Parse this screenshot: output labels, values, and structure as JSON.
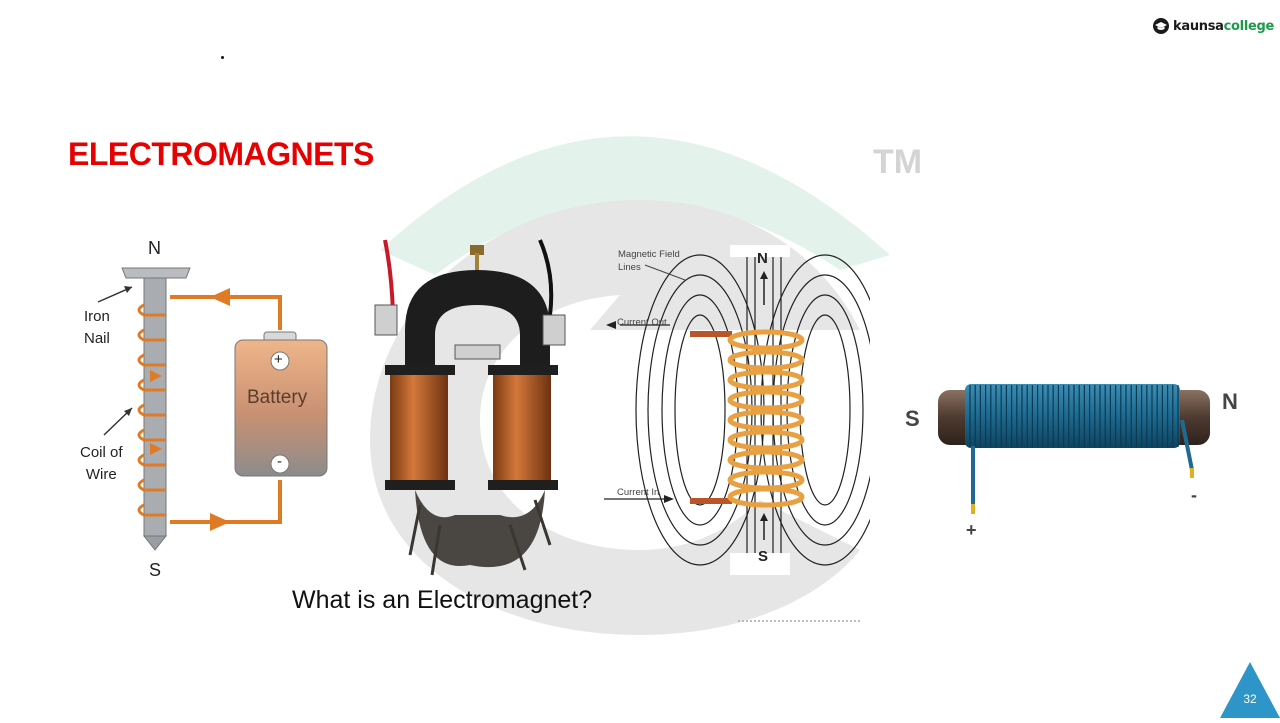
{
  "brand": {
    "name_part1": "kaunsa",
    "name_part2": "college",
    "trademark": "TM",
    "colors": {
      "green": "#1f9a4a",
      "dark": "#1a1a1a",
      "watermark_green": "#e3f3ec",
      "watermark_gray": "#e6e6e6"
    }
  },
  "slide": {
    "title": "ELECTROMAGNETS",
    "title_color": "#e60000",
    "page_number": "32",
    "page_badge_color": "#2e95c8"
  },
  "figure_nail": {
    "north_label": "N",
    "south_label": "S",
    "nail_label_line1": "Iron",
    "nail_label_line2": "Nail",
    "coil_label_line1": "Coil of",
    "coil_label_line2": "Wire",
    "battery_label": "Battery",
    "plus_label": "+",
    "minus_label": "-"
  },
  "figure_photo": {
    "caption": "What is an Electromagnet?"
  },
  "figure_solenoid": {
    "field_label_line1": "Magnetic Field",
    "field_label_line2": "Lines",
    "current_out": "Current Out",
    "current_in": "Current In",
    "north_label": "N",
    "south_label": "S"
  },
  "figure_rod": {
    "south_label": "S",
    "north_label": "N",
    "plus_label": "+",
    "minus_label": "-"
  }
}
